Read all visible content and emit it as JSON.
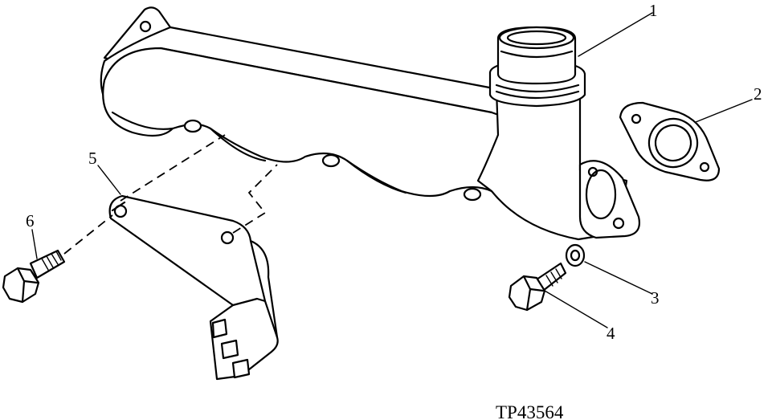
{
  "figure_code": "TP43564",
  "callouts": [
    "1",
    "2",
    "3",
    "4",
    "5",
    "6"
  ],
  "colors": {
    "ink": "#000000",
    "paper": "#ffffff"
  }
}
